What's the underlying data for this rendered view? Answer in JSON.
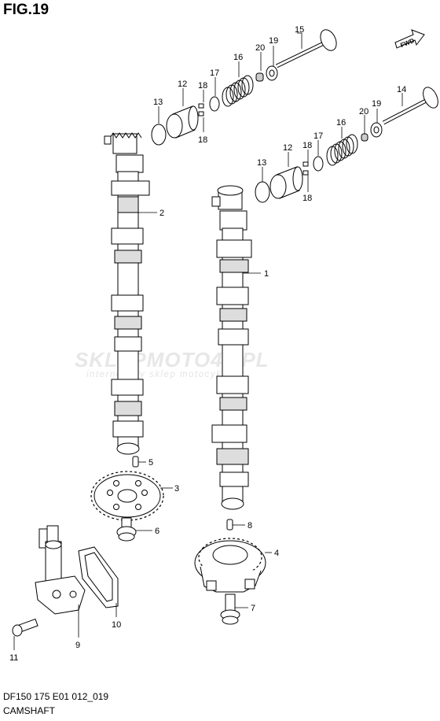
{
  "figure": {
    "title": "FIG.19",
    "code": "DF150 175 E01 012_019",
    "name": "CAMSHAFT",
    "direction_label": "FWD"
  },
  "watermark": {
    "brand": "SKLEPMOTO46.PL",
    "tagline": "internetowy sklep motocyklowy",
    "colors": {
      "grey": "#e7e7e7",
      "accent": "#f3c9c9"
    }
  },
  "callouts": [
    {
      "id": "15",
      "label": "15"
    },
    {
      "id": "19a",
      "label": "19"
    },
    {
      "id": "20a",
      "label": "20"
    },
    {
      "id": "16a",
      "label": "16"
    },
    {
      "id": "17a",
      "label": "17"
    },
    {
      "id": "18a",
      "label": "18"
    },
    {
      "id": "12a",
      "label": "12"
    },
    {
      "id": "13a",
      "label": "13"
    },
    {
      "id": "18b",
      "label": "18"
    },
    {
      "id": "14",
      "label": "14"
    },
    {
      "id": "19b",
      "label": "19"
    },
    {
      "id": "20b",
      "label": "20"
    },
    {
      "id": "16b",
      "label": "16"
    },
    {
      "id": "17b",
      "label": "17"
    },
    {
      "id": "18c",
      "label": "18"
    },
    {
      "id": "12b",
      "label": "12"
    },
    {
      "id": "13b",
      "label": "13"
    },
    {
      "id": "18d",
      "label": "18"
    },
    {
      "id": "2",
      "label": "2"
    },
    {
      "id": "1",
      "label": "1"
    },
    {
      "id": "5",
      "label": "5"
    },
    {
      "id": "3",
      "label": "3"
    },
    {
      "id": "6",
      "label": "6"
    },
    {
      "id": "8",
      "label": "8"
    },
    {
      "id": "4",
      "label": "4"
    },
    {
      "id": "7",
      "label": "7"
    },
    {
      "id": "10",
      "label": "10"
    },
    {
      "id": "9",
      "label": "9"
    },
    {
      "id": "11",
      "label": "11"
    }
  ]
}
